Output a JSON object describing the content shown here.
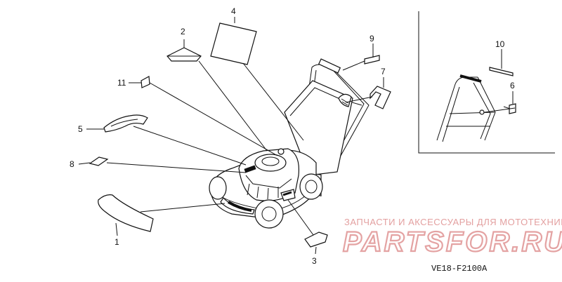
{
  "callouts": [
    {
      "id": "1",
      "label": "1"
    },
    {
      "id": "2",
      "label": "2"
    },
    {
      "id": "3",
      "label": "3"
    },
    {
      "id": "4",
      "label": "4"
    },
    {
      "id": "5",
      "label": "5"
    },
    {
      "id": "6",
      "label": "6"
    },
    {
      "id": "7",
      "label": "7"
    },
    {
      "id": "8",
      "label": "8"
    },
    {
      "id": "9",
      "label": "9"
    },
    {
      "id": "10",
      "label": "10"
    },
    {
      "id": "11",
      "label": "11"
    }
  ],
  "watermark": {
    "subtitle": "ЗАПЧАСТИ И АКСЕССУАРЫ ДЛЯ МОТОТЕХНИКИ",
    "brand": "PARTSFOR.RU"
  },
  "diagram_code": "VE18-F2100A"
}
